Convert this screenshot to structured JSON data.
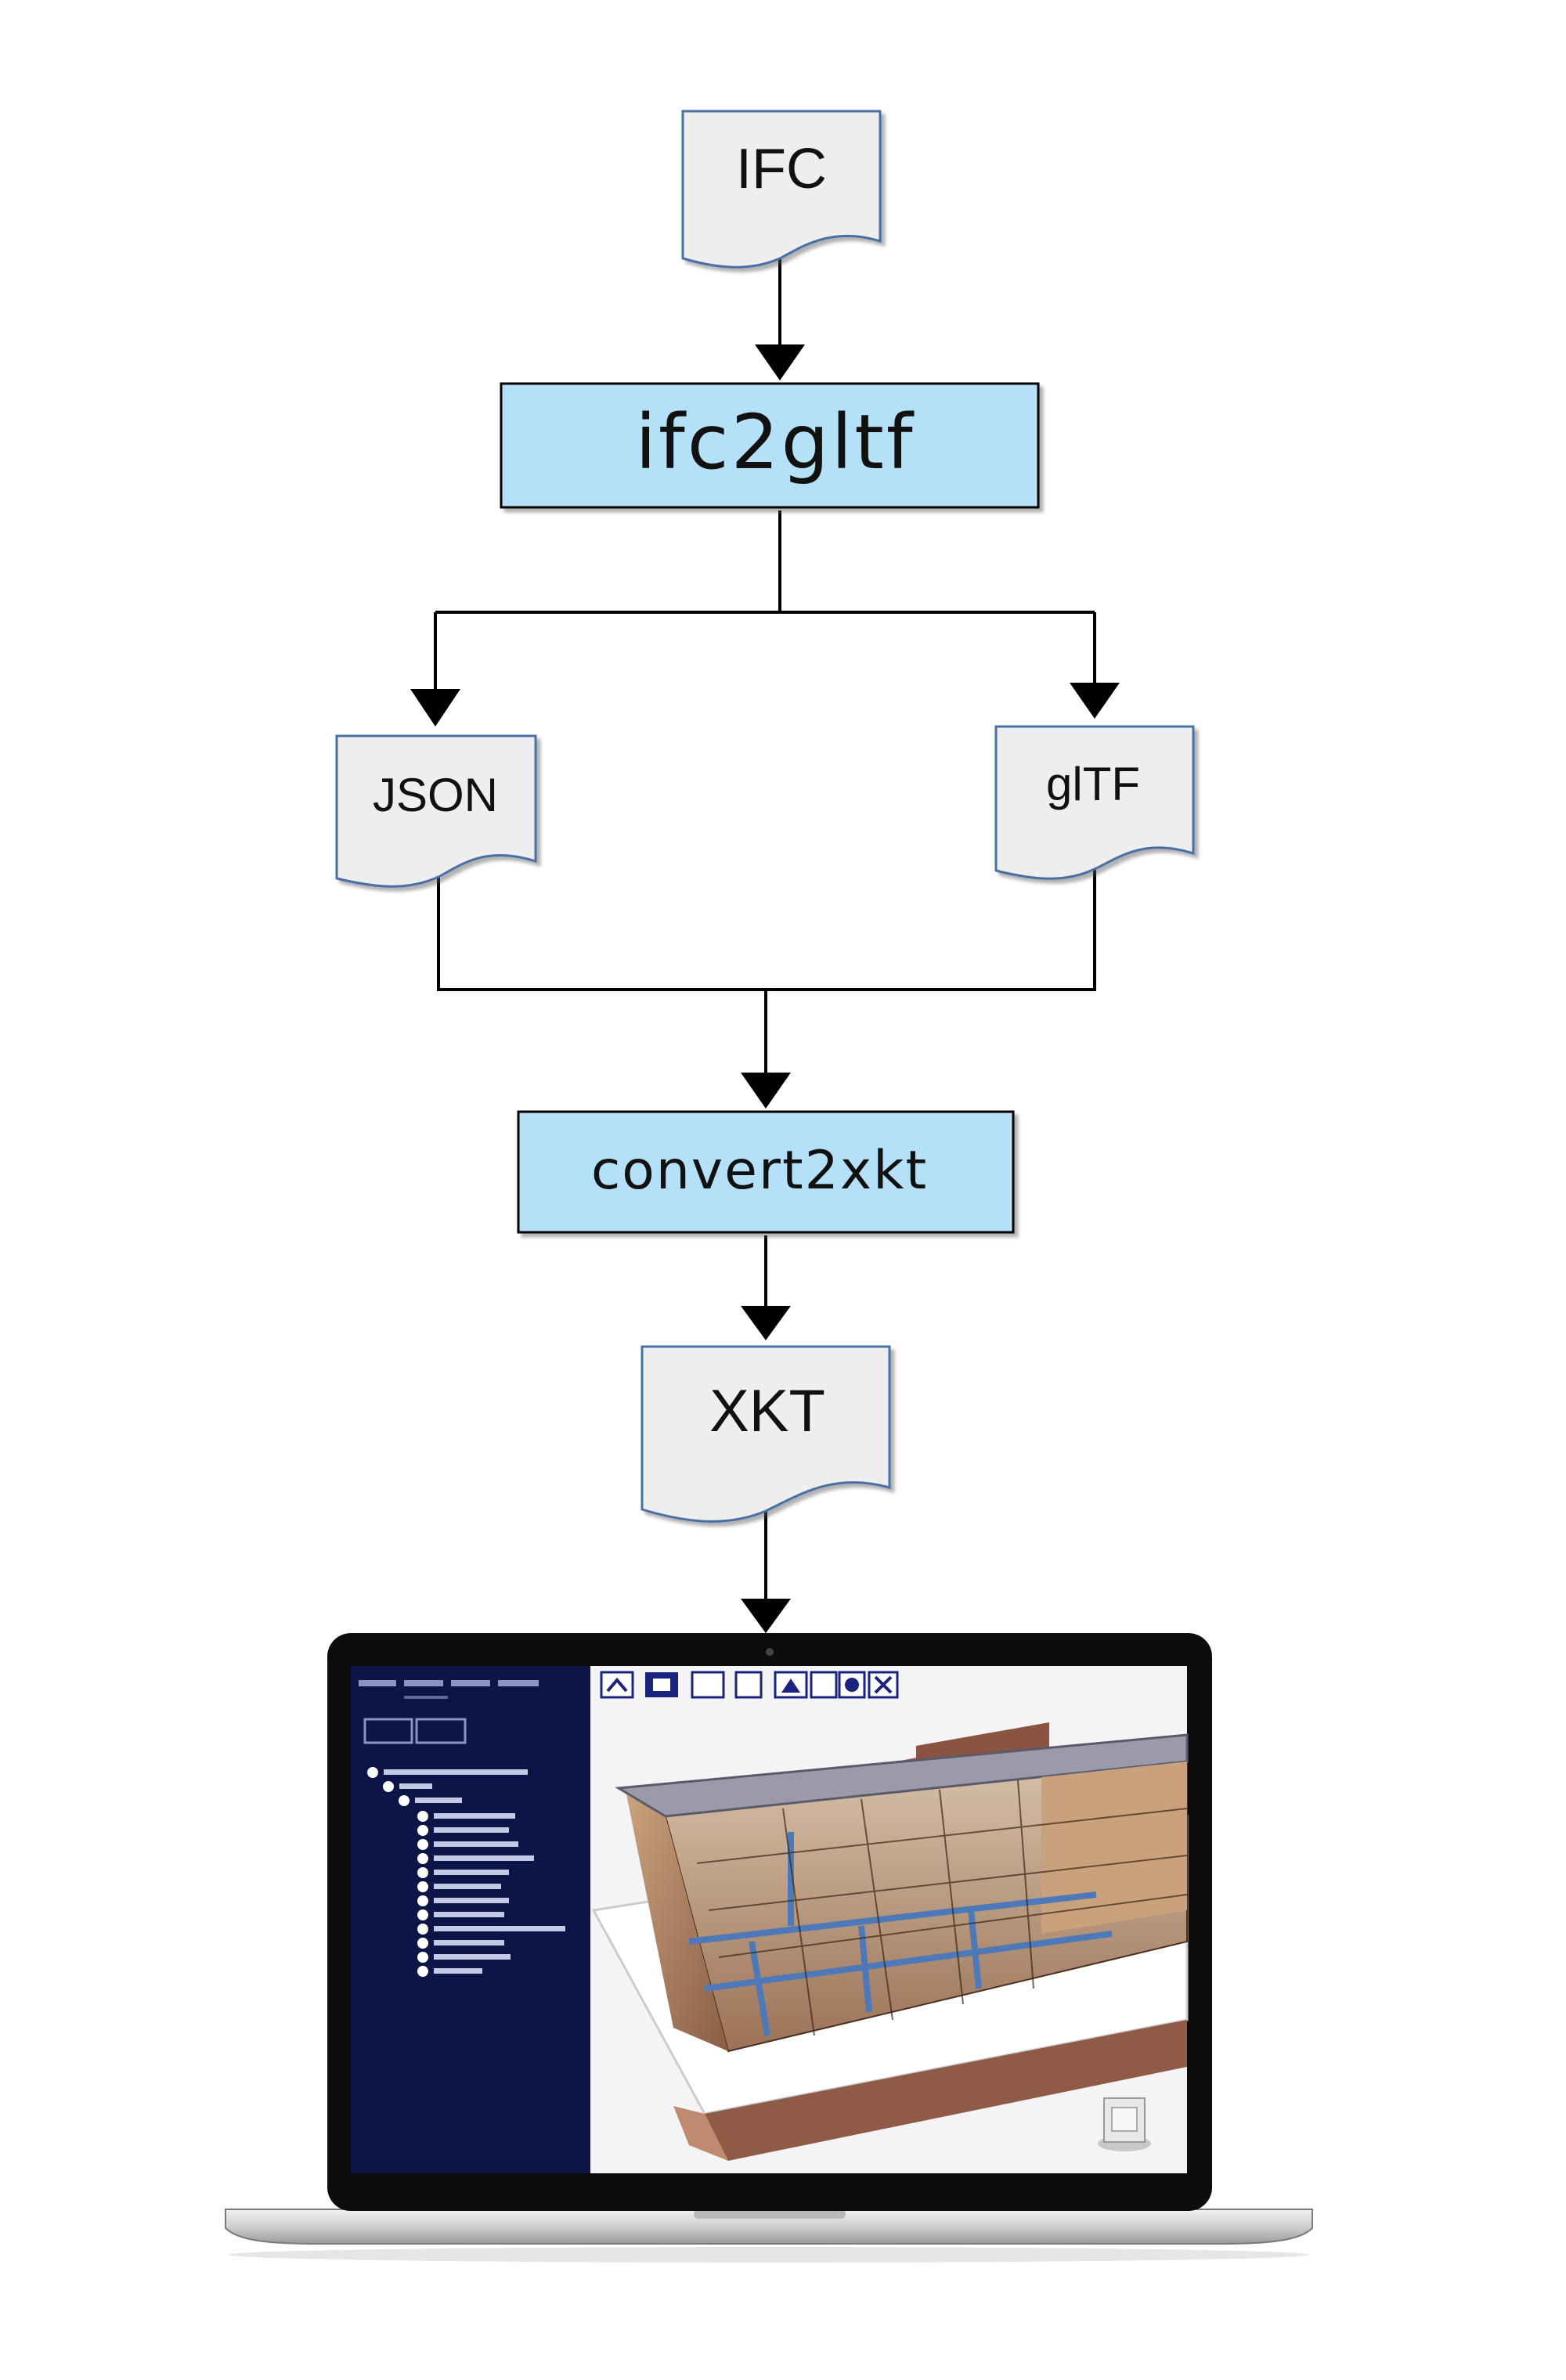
{
  "nodes": {
    "ifc": {
      "label": "IFC"
    },
    "ifc2gltf": {
      "label": "ifc2gltf"
    },
    "json": {
      "label": "JSON"
    },
    "gltf": {
      "label": "glTF"
    },
    "convert2xkt": {
      "label": "convert2xkt"
    },
    "xkt": {
      "label": "XKT"
    }
  },
  "colors": {
    "process_fill": "#b5e1f8",
    "document_fill": "#eeeeee",
    "document_stroke": "#4a6fa5",
    "connector": "#000000",
    "viewer_sidebar": "#0b1547",
    "viewer_bg": "#f4f4f6"
  },
  "icons": [
    "laptop-icon",
    "bim-viewer-screenshot"
  ]
}
